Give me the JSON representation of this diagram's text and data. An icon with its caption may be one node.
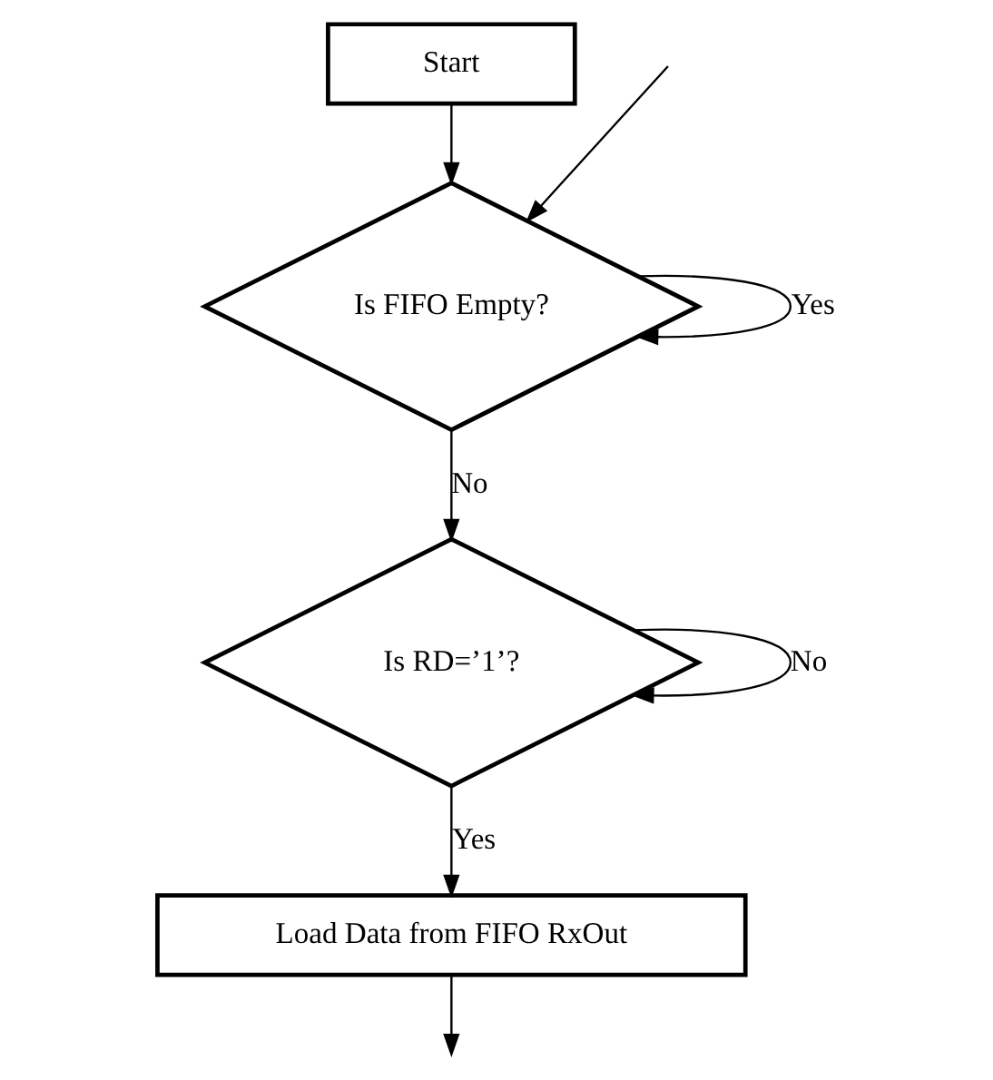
{
  "diagram": {
    "nodes": [
      {
        "text": [
          "Start"
        ]
      },
      {
        "text": [
          "Is FIFO Empty?"
        ]
      },
      {
        "text": [
          "Is RD=’1’?"
        ]
      },
      {
        "text": [
          "Load Data from FIFO RxOut"
        ]
      }
    ],
    "edges": [
      {
        "from": 0,
        "to": 1,
        "arrow": "to"
      },
      {
        "from": 1,
        "to": 1,
        "arrow": "to",
        "label": "Yes"
      },
      {
        "from": 1,
        "to": 2,
        "arrow": "to",
        "label": "No"
      },
      {
        "from": 2,
        "to": 2,
        "arrow": "to",
        "label": "No"
      },
      {
        "from": 2,
        "to": 3,
        "arrow": "to",
        "label": "Yes"
      },
      {
        "from": 3,
        "to": null,
        "arrow": "to"
      },
      {
        "from": null,
        "to": 1,
        "arrow": "to"
      }
    ]
  }
}
